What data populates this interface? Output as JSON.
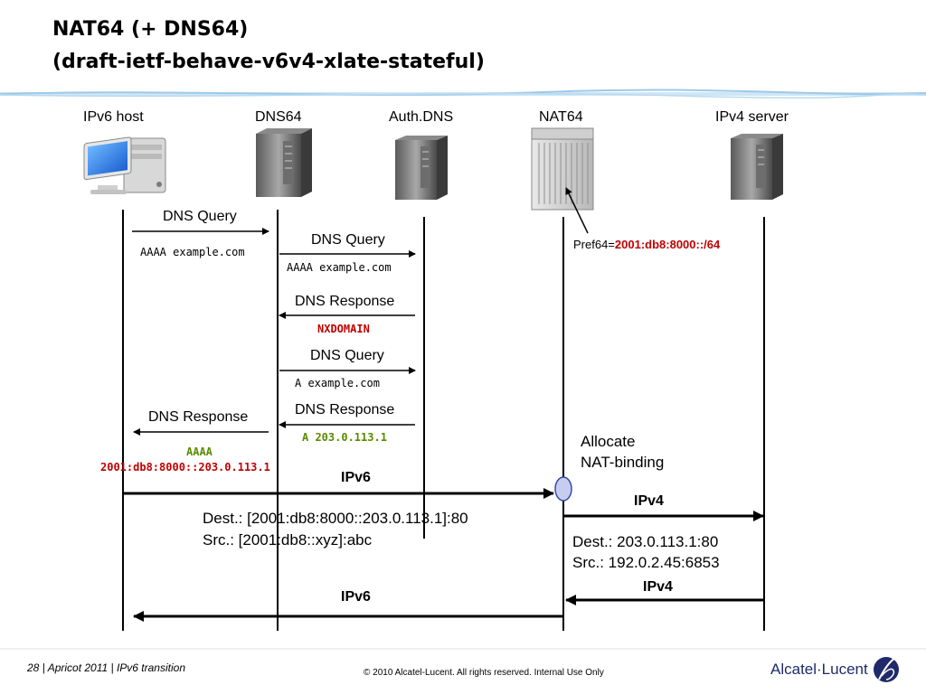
{
  "title": {
    "line1": "NAT64 (+ DNS64)",
    "line2": "(draft-ietf-behave-v6v4-xlate-stateful)"
  },
  "nodes": {
    "ipv6_host": "IPv6 host",
    "dns64": "DNS64",
    "auth_dns": "Auth.DNS",
    "nat64": "NAT64",
    "ipv4_server": "IPv4 server"
  },
  "pref64": {
    "label": "Pref64=",
    "value": "2001:db8:8000::/64"
  },
  "messages": {
    "m1": {
      "label": "DNS Query",
      "detail": "AAAA example.com"
    },
    "m2": {
      "label": "DNS Query",
      "detail": "AAAA example.com"
    },
    "m3": {
      "label": "DNS Response",
      "detail": "NXDOMAIN"
    },
    "m4": {
      "label": "DNS Query",
      "detail": "A example.com"
    },
    "m5": {
      "label": "DNS Response",
      "detail": "A 203.0.113.1"
    },
    "m6": {
      "label": "DNS Response",
      "detail_type": "AAAA",
      "detail_addr": "2001:db8:8000::203.0.113.1"
    }
  },
  "allocate": {
    "line1": "Allocate",
    "line2": "NAT-binding"
  },
  "flow": {
    "ipv6_out": "IPv6",
    "ipv6_dest": "Dest.: [2001:db8:8000::203.0.113.1]:80",
    "ipv6_src": "Src.: [2001:db8::xyz]:abc",
    "ipv4_out": "IPv4",
    "ipv4_dest": "Dest.: 203.0.113.1:80",
    "ipv4_src": "Src.: 192.0.2.45:6853",
    "ipv4_back": "IPv4",
    "ipv6_back": "IPv6"
  },
  "footer": {
    "left": "28 | Apricot 2011 | IPv6 transition",
    "center": "© 2010 Alcatel-Lucent. All rights reserved. Internal Use Only",
    "brand": "Alcatel·Lucent"
  },
  "colors": {
    "red": "#c00000",
    "green": "#5a8a00",
    "band": "#9ec9e8",
    "node_oval": "#c6cdf0"
  }
}
